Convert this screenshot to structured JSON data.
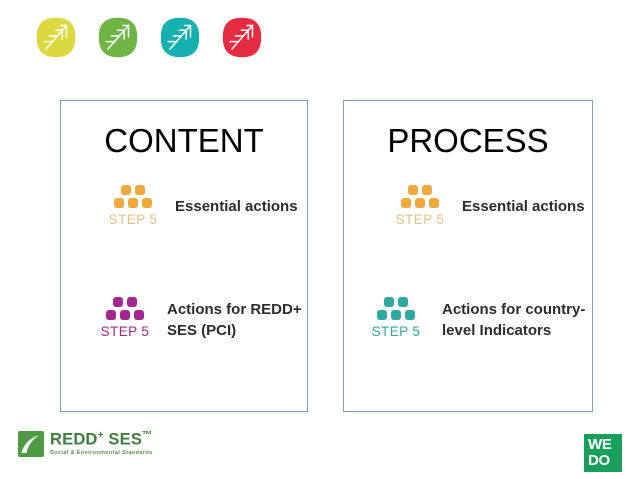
{
  "slide": {
    "leaf_icons": [
      {
        "name": "leaf-icon-yellow",
        "color": "#dcd93f"
      },
      {
        "name": "leaf-icon-green",
        "color": "#6fb council"
      },
      {
        "name": "leaf-icon-teal",
        "color": "#16b0b0"
      },
      {
        "name": "leaf-icon-red",
        "color": "#e62a3f"
      }
    ],
    "panels": [
      {
        "id": "content",
        "title": "CONTENT",
        "rows": [
          {
            "step_label": "STEP 5",
            "text": "Essential actions",
            "color": "#f0a93c",
            "label_color": "#e8c08a"
          },
          {
            "step_label": "STEP 5",
            "text": "Actions for REDD+ SES (PCI)",
            "color": "#a3278f",
            "label_color": "#a3278f"
          }
        ]
      },
      {
        "id": "process",
        "title": "PROCESS",
        "rows": [
          {
            "step_label": "STEP 5",
            "text": "Essential actions",
            "color": "#f0a93c",
            "label_color": "#e8c08a"
          },
          {
            "step_label": "STEP 5",
            "text": "Actions for country-level Indicators",
            "color": "#2fa8a0",
            "label_color": "#2fa8a0"
          }
        ]
      }
    ],
    "footer": {
      "redd_logo": {
        "title": "REDD",
        "title_sup": "+",
        "title_tail": "SES",
        "title_tm": "™",
        "subtitle": "Social & Environmental Standards",
        "mark_color": "#4e9a43"
      },
      "wedo_logo": {
        "line1": "WE",
        "line2": "DO",
        "color": "#18a05a"
      }
    },
    "colors": {
      "panel_border": "#7f9bc0",
      "background": "#ffffff",
      "title_text": "#000000",
      "body_text": "#2c2c2c"
    }
  }
}
